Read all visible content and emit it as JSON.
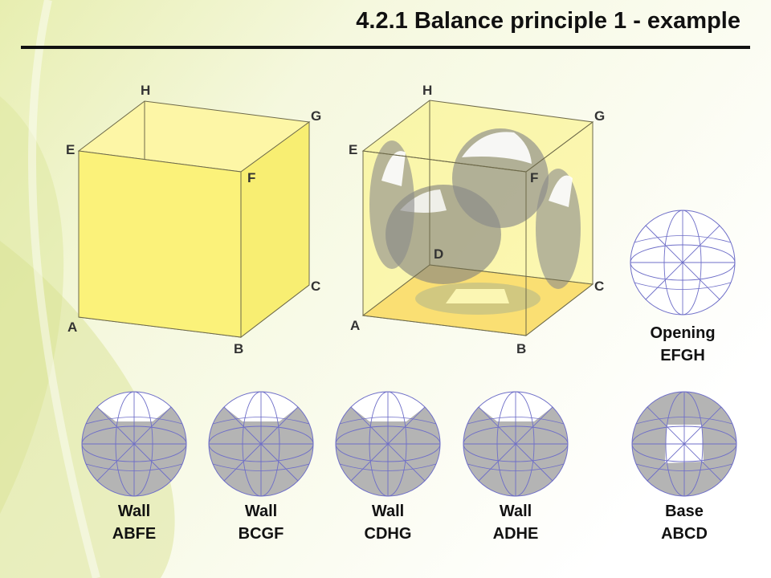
{
  "title": "4.2.1 Balance principle 1 - example",
  "cube_left": {
    "vertex_labels": {
      "H": "H",
      "G": "G",
      "E": "E",
      "F": "F",
      "C": "C",
      "A": "A",
      "B": "B"
    }
  },
  "cube_right": {
    "vertex_labels": {
      "H": "H",
      "G": "G",
      "E": "E",
      "F": "F",
      "D": "D",
      "C": "C",
      "A": "A",
      "B": "B"
    }
  },
  "opening": {
    "line1": "Opening",
    "line2": "EFGH"
  },
  "walls": [
    {
      "line1": "Wall",
      "line2": "ABFE"
    },
    {
      "line1": "Wall",
      "line2": "BCGF"
    },
    {
      "line1": "Wall",
      "line2": "CDHG"
    },
    {
      "line1": "Wall",
      "line2": "ADHE"
    }
  ],
  "base": {
    "line1": "Base",
    "line2": "ABCD"
  },
  "colors": {
    "face_yellow": "#fbf27a",
    "base_orange": "#f8c86a",
    "sphere_gray": "#b4b4b4",
    "grid_blue": "#6e6ec8"
  }
}
